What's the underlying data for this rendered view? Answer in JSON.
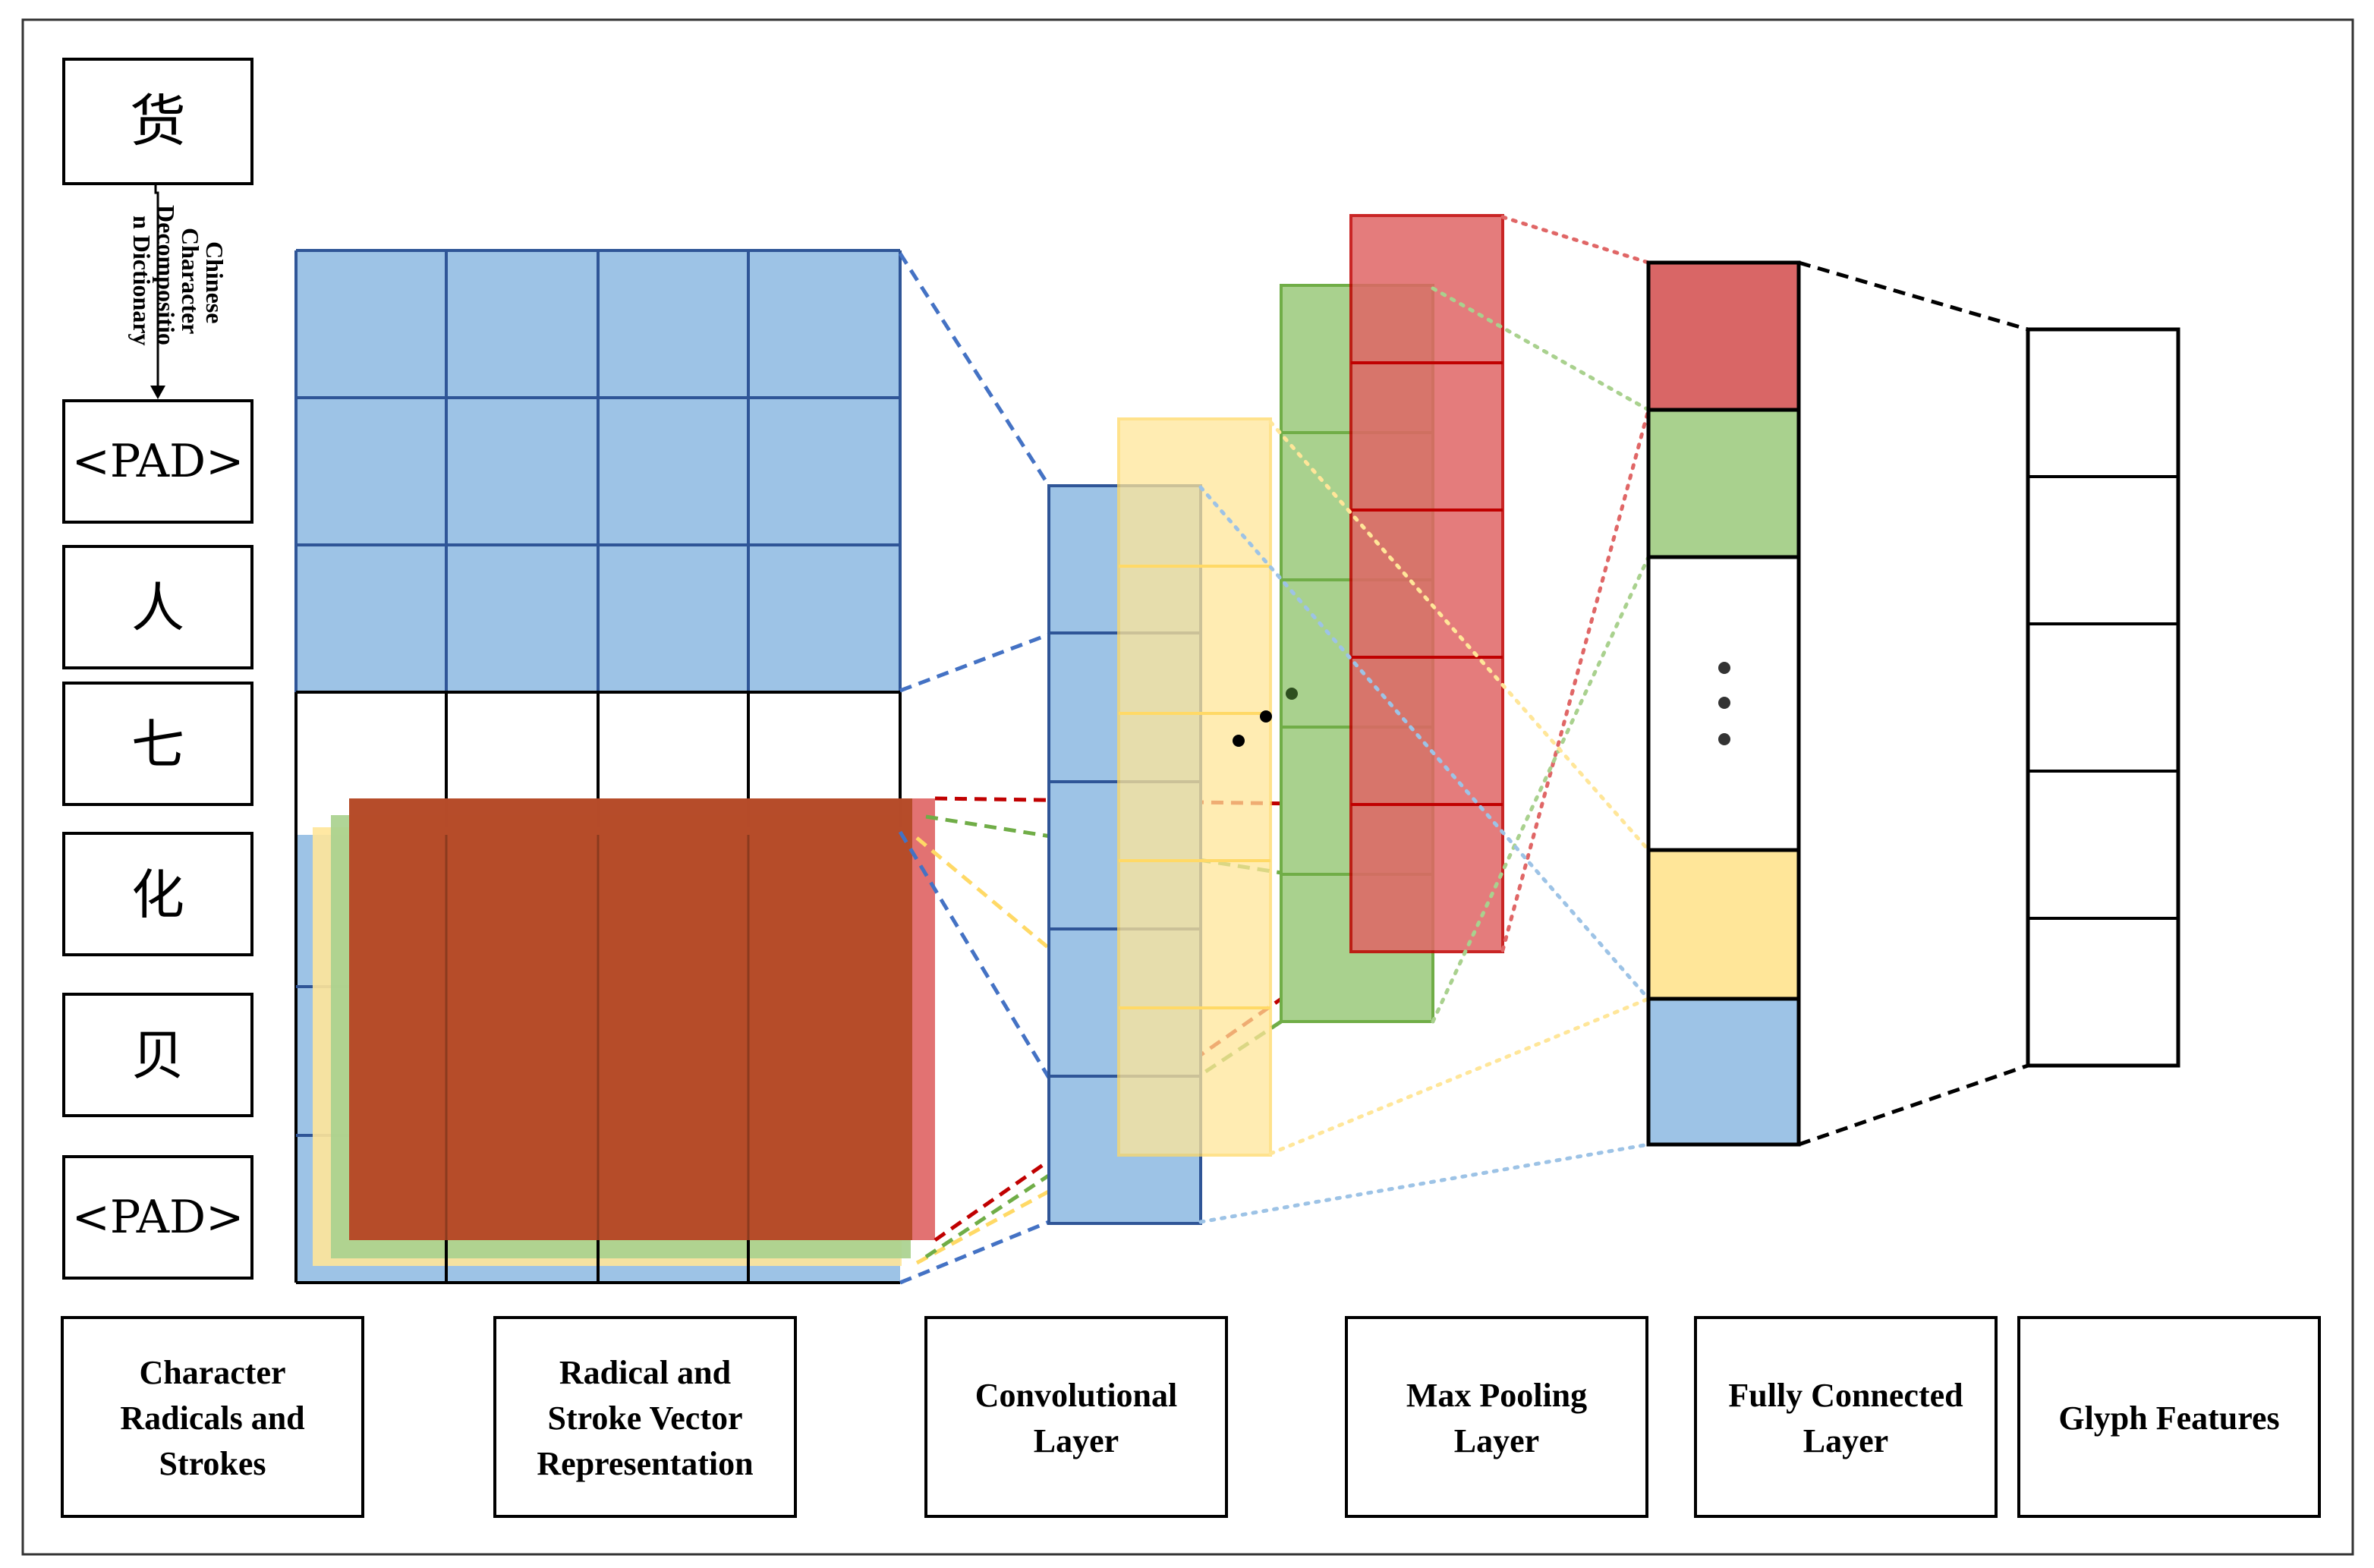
{
  "input_chars": {
    "source": "货",
    "items": [
      "<PAD>",
      "人",
      "七",
      "化",
      "贝",
      "<PAD>"
    ]
  },
  "dictionary_label": [
    "Chinese",
    "Character",
    "Decompositio",
    "n Dictionary"
  ],
  "stages": [
    [
      "Character",
      "Radicals and",
      "Strokes"
    ],
    [
      "Radical and",
      "Stroke Vector",
      "Representation"
    ],
    [
      "Convolutional",
      "Layer"
    ],
    [
      "Max Pooling",
      "Layer"
    ],
    [
      "Fully Connected",
      "Layer"
    ],
    [
      "Glyph Features"
    ]
  ],
  "colors": {
    "blue": "#9dc3e6",
    "blue_edge": "#2f5597",
    "yellow": "#ffe699",
    "yellow_edge": "#ffd966",
    "green": "#a9d18e",
    "green_edge": "#70ad47",
    "red": "#e06666",
    "red_edge": "#c00000",
    "overlap_brown": "#b34a26"
  }
}
